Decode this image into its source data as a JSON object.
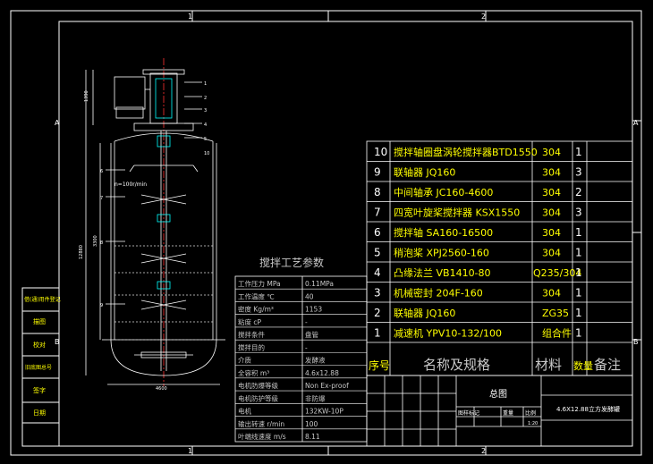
{
  "sheet": {
    "top_zone_labels": [
      "1",
      "2"
    ],
    "bottom_zone_labels": [
      "1",
      "2"
    ],
    "right_zone_labels": [
      "A",
      "B"
    ],
    "left_zone_labels": [
      "A",
      "B"
    ]
  },
  "bom": {
    "header": {
      "seq": "序号",
      "name": "名称及规格",
      "material": "材料",
      "qty": "数量",
      "remark": "备注"
    },
    "rows": [
      {
        "seq": "10",
        "name": "搅拌轴圈盘涡轮搅拌器BTD1550",
        "material": "304",
        "qty": "1"
      },
      {
        "seq": "9",
        "name": "联轴器 JQ160",
        "material": "304",
        "qty": "3"
      },
      {
        "seq": "8",
        "name": "中间轴承 JC160-4600",
        "material": "304",
        "qty": "2"
      },
      {
        "seq": "7",
        "name": "四宽叶旋桨搅拌器 KSX1550",
        "material": "304",
        "qty": "3"
      },
      {
        "seq": "6",
        "name": "搅拌轴 SA160-16500",
        "material": "304",
        "qty": "1"
      },
      {
        "seq": "5",
        "name": "稍泡桨 XPJ2560-160",
        "material": "304",
        "qty": "1"
      },
      {
        "seq": "4",
        "name": "凸缘法兰 VB1410-80",
        "material": "Q235/304",
        "qty": "1"
      },
      {
        "seq": "3",
        "name": "机械密封 204F-160",
        "material": "304",
        "qty": "1"
      },
      {
        "seq": "2",
        "name": "联轴器 JQ160",
        "material": "ZG35",
        "qty": "1"
      },
      {
        "seq": "1",
        "name": "减速机 YPV10-132/100",
        "material": "组合件",
        "qty": "1"
      }
    ]
  },
  "process": {
    "title": "搅拌工艺参数",
    "rows": [
      {
        "label": "工作压力 MPa",
        "value": "0.11MPa"
      },
      {
        "label": "工作温度 ℃",
        "value": "40"
      },
      {
        "label": "密度 Kg/m³",
        "value": "1153"
      },
      {
        "label": "粘度 cP",
        "value": "-"
      },
      {
        "label": "搅拌条件",
        "value": "盘管"
      },
      {
        "label": "搅拌目的",
        "value": "-"
      },
      {
        "label": "介质",
        "value": "发酵液"
      },
      {
        "label": "全容积 m³",
        "value": "4.6x12.88"
      },
      {
        "label": "电机防爆等级",
        "value": "Non Ex-proof"
      },
      {
        "label": "电机防护等级",
        "value": "非防爆"
      },
      {
        "label": "电机",
        "value": "132KW-10P"
      },
      {
        "label": "输出转速 r/min",
        "value": "100"
      },
      {
        "label": "叶端线速度 m/s",
        "value": "8.11"
      }
    ]
  },
  "title_block": {
    "drawing_title": "总图",
    "project": "4.6X12.88立方发酵罐",
    "small_labels": [
      "图样标记",
      "重量",
      "比例"
    ],
    "scale": "1:20"
  },
  "left_strip": {
    "cells": [
      "借(通)用件登记",
      "描图",
      "校对",
      "旧底图总号",
      "签字",
      "日期"
    ]
  },
  "drawing": {
    "speed_note": "n=100r/min",
    "dims": {
      "top_height": "1390",
      "total_height": "12880",
      "width": "4600",
      "side_dim": "3300"
    },
    "part_callouts": [
      "1",
      "2",
      "3",
      "4",
      "5",
      "6",
      "7",
      "8",
      "9",
      "10"
    ]
  }
}
